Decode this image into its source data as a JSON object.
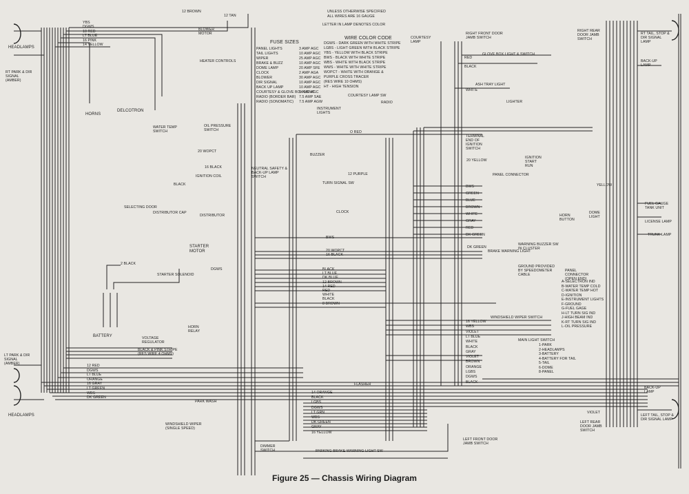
{
  "caption": "Figure 25 — Chassis Wiring Diagram",
  "notes": {
    "line1": "UNLESS OTHERWISE SPECIFIED",
    "line2": "ALL WIRES ARE 16 GAUGE",
    "line3": "LETTER IN LAMP DENOTES COLOR"
  },
  "fuse_sizes": {
    "title": "FUSE SIZES",
    "rows": [
      {
        "name": "PANEL LIGHTS",
        "value": "3 AMP AGC"
      },
      {
        "name": "TAIL LIGHTS",
        "value": "10 AMP AGC"
      },
      {
        "name": "WIPER",
        "value": "25 AMP AGC"
      },
      {
        "name": "BRAKE & BUZZ",
        "value": "10 AMP AGC"
      },
      {
        "name": "DOME LAMP",
        "value": "20 AMP SFE"
      },
      {
        "name": "CLOCK",
        "value": "2 AMP AGA"
      },
      {
        "name": "BLOWER",
        "value": "30 AMP AGC"
      },
      {
        "name": "DIR SIGNAL",
        "value": "10 AMP AGC"
      },
      {
        "name": "BACK UP LAMP",
        "value": "10 AMP AGC"
      },
      {
        "name": "COURTESY & GLOVE BOX LIGHT",
        "value": "5 AMP AGC"
      },
      {
        "name": "RADIO (BORDER BAR)",
        "value": "7.5 AMP SAE"
      },
      {
        "name": "RADIO (SONOMATIC)",
        "value": "7.5 AMP AGW"
      }
    ]
  },
  "wire_color_code": {
    "title": "WIRE COLOR CODE",
    "rows": [
      "DGWS - DARK GREEN WITH WHITE STRIPE",
      "LGBS - LIGHT GREEN WITH BLACK STRIPE",
      "YBS - YELLOW WITH BLACK STRIPE",
      "BWS - BLACK WITH WHITE STRIPE",
      "WBS - WHITE WITH BLACK STRIPE",
      "WWS - WHITE WITH WHITE STRIPE",
      "WOPCT - WHITE WITH ORANGE &",
      "PURPLE CROSS TRACER",
      "(RES WIRE 10 OHMS)",
      "HT - HIGH TENSION"
    ]
  },
  "components": {
    "headlamps_top": "HEADLAMPS",
    "rt_park_signal": "RT PARK & DIR SIGNAL (AMBER)",
    "horns": "HORNS",
    "delcotron": "DELCOTRON",
    "water_temp_switch": "WATER TEMP SWITCH",
    "oil_pressure_switch": "OIL PRESSURE SWITCH",
    "blower_motor": "BLOWER MOTOR",
    "heater_controls": "HEATER CONTROLS",
    "ignition_coil": "IGNITION COIL",
    "distributor_cap": "DISTRIBUTOR CAP",
    "distributor": "DISTRIBUTOR",
    "selecting_door": "SELECTING DOOR",
    "starter_motor": "STARTER MOTOR",
    "starter_solenoid": "STARTER SOLENOID",
    "battery": "BATTERY",
    "voltage_regulator": "VOLTAGE REGULATOR",
    "horn_relay": "HORN RELAY",
    "black_pink_stripe": "BLACK & PINK STRIPE (RES WIRE 4 OHMS)",
    "lt_park_signal": "LT PARK & DIR SIGNAL (AMBER)",
    "headlamps_bottom": "HEADLAMPS",
    "windshield_wiper": "WINDSHIELD WIPER (SINGLE SPEED)",
    "park_wash": "PARK WASH",
    "dimmer_switch": "DIMMER SWITCH",
    "neutral_safety": "NEUTRAL SAFETY & BACK-UP LAMP SWITCH",
    "buzzer": "BUZZER",
    "instrument_lights": "INSTRUMENT LIGHTS",
    "courtesy_lamp_sw": "COURTESY LAMP SW",
    "radio": "RADIO",
    "courtesy_lamp": "COURTESY LAMP",
    "rt_front_door": "RIGHT FRONT DOOR JAMB SWITCH",
    "glove_box": "GLOVE BOX LIGHT & SWITCH",
    "ash_tray": "ASH TRAY LIGHT",
    "lighter": "LIGHTER",
    "turn_signal_sw": "TURN SIGNAL SW",
    "clock": "CLOCK",
    "terminal_ignition": "TERMINAL END OF IGNITION SWITCH",
    "ignition_start_run": "IGNITION START RUN",
    "panel_connector": "PANEL CONNECTOR",
    "horn_button": "HORN BUTTON",
    "warning_buzzer": "WARNING BUZZER SW IN CLUSTER",
    "brake_warning": "BRAKE WARNING LIGHT",
    "ground_provided": "GROUND PROVIDED BY SPEEDOMETER CABLE",
    "windshield_wiper_switch": "WINDSHIELD WIPER SWITCH",
    "main_light_switch": "MAIN LIGHT SWITCH",
    "flasher": "FLASHER",
    "rt_rear_door": "RIGHT REAR DOOR JAMB SWITCH",
    "rt_tail_stop": "RT TAIL, STOP & DIR SIGNAL LAMP",
    "backup_lamp_top": "BACK-UP LAMP",
    "fuel_gauge": "FUEL GAUGE TANK UNIT",
    "license_lamp": "LICENSE LAMP",
    "trunk_lamp": "TRUNK LAMP",
    "dome_light": "DOME LIGHT",
    "backup_lamp_bottom": "BACK-UP LAMP",
    "lt_tail_stop": "LEFT TAIL, STOP & DIR SIGNAL LAMP",
    "left_rear_door": "LEFT REAR DOOR JAMB SWITCH",
    "left_front_door": "LEFT FRONT DOOR JAMB SWITCH",
    "parking_brake": "PARKING BRAKE WARNING LIGHT SW"
  },
  "panel_connector_legend": {
    "title": "PANEL CONNECTOR (OPEN END)",
    "rows": [
      "A-SELECTRON IND",
      "B-WATER TEMP COLD",
      "C-WATER TEMP HOT",
      "D-IGNITION",
      "E-INSTRUMENT LIGHTS",
      "F-GROUND",
      "G-FUEL GAGE",
      "H-LT TURN SIG IND",
      "J-HIGH BEAM IND",
      "K-RT TURN SIG IND",
      "L-OIL PRESSURE"
    ]
  },
  "light_switch_legend": {
    "rows": [
      "1-PARK",
      "2-HEADLAMPS",
      "3-BATTERY",
      "4-BATTERY FOR TAIL",
      "5-TAIL",
      "6-DOME",
      "8-PANEL"
    ]
  },
  "wire_labels_left": [
    "YBS",
    "DGWS",
    "10 RED",
    "LT BLUE",
    "16 PINK",
    "14 YELLOW"
  ],
  "wire_labels_bottom": [
    "12 RED",
    "DGWS",
    "LT BLUE",
    "ORANGE",
    "16 GRAY",
    "LT GREEN",
    "WBS",
    "DK GREEN"
  ],
  "wire_labels_center": [
    "BLACK",
    "LT BLUE",
    "DK BLUE",
    "12 BROWN",
    "14 RED",
    "RED",
    "WHITE",
    "BLACK",
    "8 BROWN"
  ],
  "wire_labels_harness": [
    "14 ORANGE",
    "BLACK",
    "LGBS",
    "DGWS",
    "LT GRN",
    "WBS",
    "DK GREEN",
    "GRAY",
    "16 YELLOW"
  ],
  "wire_labels_right": [
    "16 YELLOW",
    "WBS",
    "VIOLET",
    "LT BLUE",
    "WHITE",
    "BLACK",
    "GRAY",
    "VIOLET",
    "BROWN",
    "ORANGE",
    "LGBS",
    "DGWS",
    "BLACK"
  ],
  "panel_wires": [
    "BWS",
    "GREEN",
    "BLUE",
    "BROWN",
    "WHITE",
    "GRAY",
    "RED",
    "DK GREEN"
  ],
  "misc": {
    "yellow": "YELLOW",
    "wopct": "20 WOPCT",
    "black16": "16 BLACK",
    "black": "BLACK",
    "pink12": "12 PURPLE",
    "brown12": "12 BROWN",
    "tan12": "12 TAN",
    "black2": "2 BLACK",
    "dgws": "DGWS",
    "bws": "BWS",
    "wopct2": "20 WOPCT",
    "black16b": "16 BLACK",
    "red": "RED",
    "black_r": "BLACK",
    "white": "WHITE",
    "ored": "O RED",
    "yellow20": "20 YELLOW",
    "dkgreen": "DK GREEN",
    "violet": "VIOLET"
  }
}
